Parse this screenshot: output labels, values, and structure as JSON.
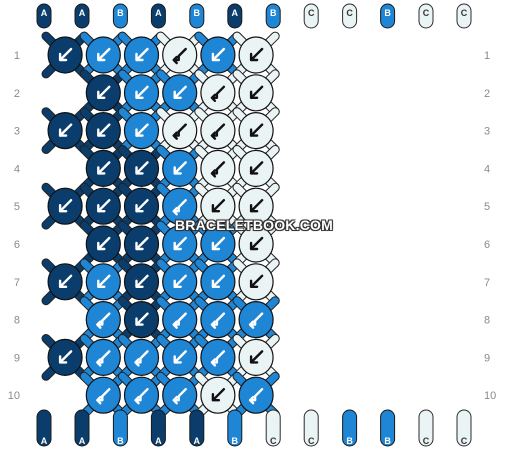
{
  "colors": {
    "A": "#0a3d6b",
    "B": "#1f86d6",
    "C": "#eaf4f5"
  },
  "top_letters": [
    "A",
    "A",
    "B",
    "A",
    "B",
    "A",
    "B",
    "C",
    "C",
    "B",
    "C",
    "C"
  ],
  "bottom_letters": [
    "A",
    "A",
    "B",
    "A",
    "A",
    "B",
    "C",
    "C",
    "B",
    "B",
    "C",
    "C"
  ],
  "row_labels": [
    "1",
    "2",
    "3",
    "4",
    "5",
    "6",
    "7",
    "8",
    "9",
    "10"
  ],
  "watermark": "BRACELETBOOK.COM",
  "knots": [
    [
      {
        "c": "A",
        "d": "se"
      },
      {
        "c": "B",
        "d": "se"
      },
      {
        "c": "B",
        "d": "se"
      },
      {
        "c": "C",
        "d": "sw-ret"
      },
      {
        "c": "B",
        "d": "sw"
      },
      {
        "c": "C",
        "d": "sw"
      }
    ],
    [
      {
        "c": "A",
        "d": "se"
      },
      {
        "c": "B",
        "d": "se"
      },
      {
        "c": "B",
        "d": "se"
      },
      {
        "c": "C",
        "d": "se-ret"
      },
      {
        "c": "C",
        "d": "sw"
      }
    ],
    [
      {
        "c": "A",
        "d": "se"
      },
      {
        "c": "A",
        "d": "se"
      },
      {
        "c": "B",
        "d": "se"
      },
      {
        "c": "C",
        "d": "sw-ret"
      },
      {
        "c": "C",
        "d": "sw-ret"
      },
      {
        "c": "C",
        "d": "se"
      }
    ],
    [
      {
        "c": "A",
        "d": "se"
      },
      {
        "c": "A",
        "d": "se"
      },
      {
        "c": "B",
        "d": "se"
      },
      {
        "c": "C",
        "d": "se-ret"
      },
      {
        "c": "C",
        "d": "se"
      }
    ],
    [
      {
        "c": "A",
        "d": "se"
      },
      {
        "c": "A",
        "d": "se"
      },
      {
        "c": "A",
        "d": "se"
      },
      {
        "c": "B",
        "d": "se-ret"
      },
      {
        "c": "C",
        "d": "se"
      },
      {
        "c": "C",
        "d": "se"
      }
    ],
    [
      {
        "c": "A",
        "d": "se"
      },
      {
        "c": "A",
        "d": "se"
      },
      {
        "c": "B",
        "d": "se"
      },
      {
        "c": "B",
        "d": "se"
      },
      {
        "c": "C",
        "d": "se"
      }
    ],
    [
      {
        "c": "A",
        "d": "sw"
      },
      {
        "c": "B",
        "d": "sw"
      },
      {
        "c": "A",
        "d": "sw"
      },
      {
        "c": "B",
        "d": "se"
      },
      {
        "c": "B",
        "d": "se"
      },
      {
        "c": "C",
        "d": "sw"
      }
    ],
    [
      {
        "c": "B",
        "d": "se-ret"
      },
      {
        "c": "A",
        "d": "sw"
      },
      {
        "c": "B",
        "d": "se-ret"
      },
      {
        "c": "B",
        "d": "se-ret"
      },
      {
        "c": "B",
        "d": "se-ret"
      }
    ],
    [
      {
        "c": "A",
        "d": "sw"
      },
      {
        "c": "B",
        "d": "sw-ret"
      },
      {
        "c": "B",
        "d": "sw-ret"
      },
      {
        "c": "B",
        "d": "sw"
      },
      {
        "c": "B",
        "d": "sw-ret"
      },
      {
        "c": "C",
        "d": "se"
      }
    ],
    [
      {
        "c": "B",
        "d": "se-ret"
      },
      {
        "c": "B",
        "d": "sw-ret"
      },
      {
        "c": "B",
        "d": "se-ret"
      },
      {
        "c": "C",
        "d": "sw"
      },
      {
        "c": "B",
        "d": "se-ret"
      }
    ]
  ]
}
